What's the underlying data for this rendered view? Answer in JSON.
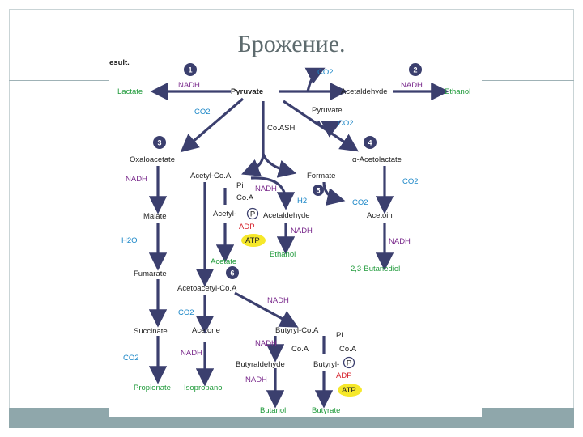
{
  "slide": {
    "title": "Брожение."
  },
  "diagram": {
    "caption_fragment": "esult.",
    "steps": [
      "1",
      "2",
      "3",
      "4",
      "5",
      "6"
    ],
    "nodes": {
      "pyruvate": "Pyruvate",
      "lactate": "Lactate",
      "nadh_1": "NADH",
      "co2_top": "CO2",
      "acetaldehyde_top": "Acetaldehyde",
      "nadh_2": "NADH",
      "ethanol_top": "Ethanol",
      "co2_left": "CO2",
      "coash": "Co.ASH",
      "pyruvate_2": "Pyruvate",
      "co2_mid": "CO2",
      "oxaloacetate": "Oxaloacetate",
      "acetolactate": "α-Acetolactate",
      "nadh_ox": "NADH",
      "acetyl_coa": "Acetyl-Co.A",
      "formate": "Formate",
      "co2_right": "CO2",
      "pi_1": "Pi",
      "coa_1": "Co.A",
      "nadh_mid": "NADH",
      "h2": "H2",
      "co2_formate": "CO2",
      "malate": "Malate",
      "acetyl_p": "Acetyl-",
      "p_1": "P",
      "acetaldehyde_mid": "Acetaldehyde",
      "acetoin": "Acetoin",
      "adp_1": "ADP",
      "nadh_eth": "NADH",
      "nadh_acetoin": "NADH",
      "h2o": "H2O",
      "atp_1": "ATP",
      "ethanol_mid": "Ethanol",
      "acetate": "Acetate",
      "butanediol": "2,3-Butanediol",
      "fumarate": "Fumarate",
      "acetoacetyl_coa": "Acetoacetyl-Co.A",
      "nadh_but": "NADH",
      "co2_acetone": "CO2",
      "succinate": "Succinate",
      "acetone": "Acetone",
      "butyryl_coa": "Butyryl-Co.A",
      "pi_2": "Pi",
      "nadh_bald": "NADH",
      "coa_2": "Co.A",
      "coa_3": "Co.A",
      "co2_succ": "CO2",
      "nadh_acetone": "NADH",
      "butyraldehyde": "Butyraldehyde",
      "butyryl_p": "Butyryl-",
      "p_2": "P",
      "adp_2": "ADP",
      "nadh_butanol": "NADH",
      "propionate": "Propionate",
      "isopropanol": "Isopropanol",
      "atp_2": "ATP",
      "butanol": "Butanol",
      "butyrate": "Butyrate"
    },
    "colors": {
      "arrow": "#3b3f6e",
      "product": "#1f9a3a",
      "nadh": "#7a2a8c",
      "co2": "#1a86c7",
      "adp": "#d5202a",
      "atp_highlight": "#f6e82a"
    }
  }
}
